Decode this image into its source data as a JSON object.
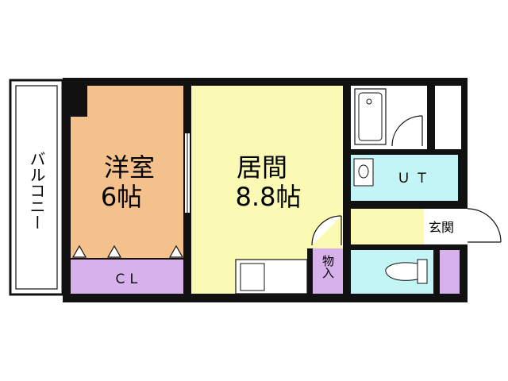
{
  "rooms": {
    "western_room": {
      "name": "洋室",
      "size": "6帖",
      "color": "#f4c08c"
    },
    "living": {
      "name": "居間",
      "size": "8.8帖",
      "color": "#fafab4"
    },
    "closet": {
      "name": "ＣＬ",
      "color": "#d6b1ea"
    },
    "storage": {
      "name": "物入",
      "color": "#d6b1ea"
    },
    "utility": {
      "name": "ＵＴ",
      "color": "#c3f4f6"
    },
    "entrance": {
      "name": "玄関",
      "color": "#fafab4"
    },
    "balcony": {
      "name": "バルコニー"
    },
    "toilet": {
      "color": "#c3f4f6"
    },
    "bath": {
      "color": "#ffffff"
    }
  },
  "colors": {
    "wall": "#111111"
  }
}
